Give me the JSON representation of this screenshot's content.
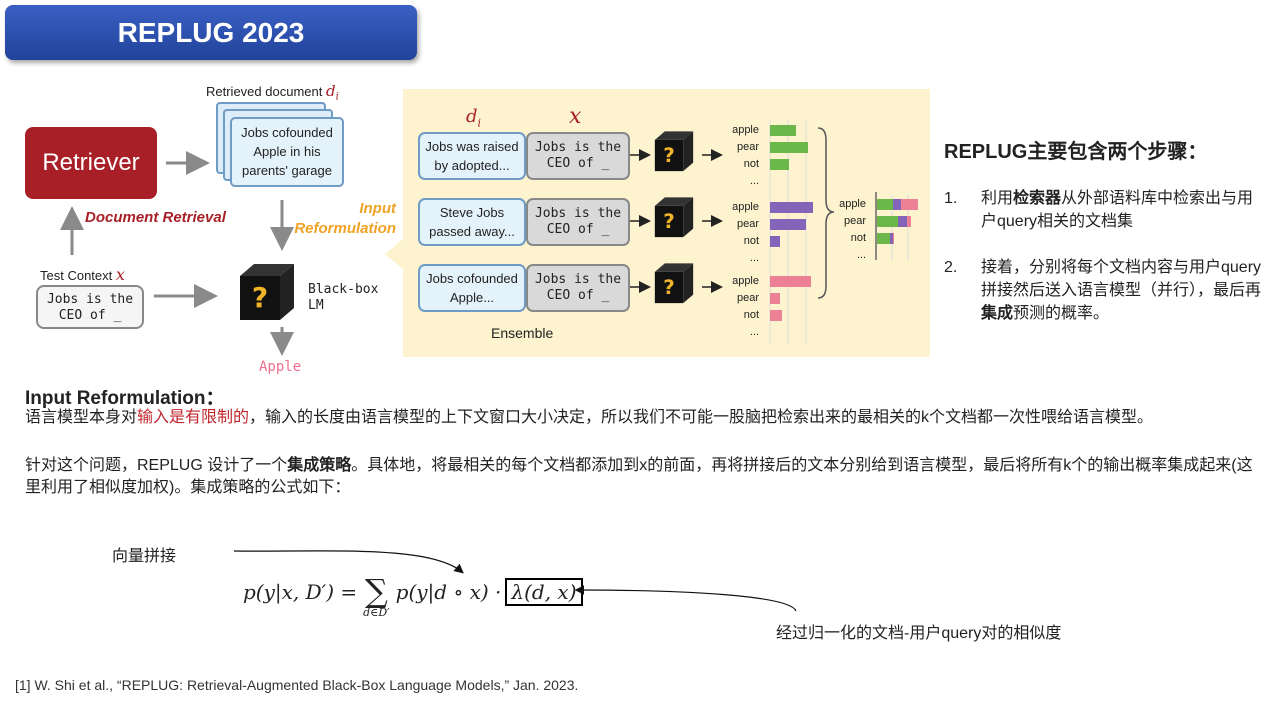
{
  "slide": {
    "title": "REPLUG 2023"
  },
  "diagram": {
    "retriever_label": "Retriever",
    "retrieved_document_label": "Retrieved document",
    "retrieved_document_symbol": "d",
    "retrieved_document_subscript": "i",
    "document_text": "Jobs cofounded Apple in his parents' garage",
    "document_retrieval_label": "Document Retrieval",
    "input_reformulation_label": "Input Reformulation",
    "test_context_label": "Test Context",
    "test_context_symbol": "x",
    "test_context_text": "Jobs is the CEO of _",
    "blackbox_label": "Black-box LM",
    "output_label": "Apple",
    "cube_glyph": "?",
    "panel": {
      "col_d_symbol": "d",
      "col_d_subscript": "i",
      "col_x_symbol": "x",
      "rows": [
        {
          "doc_text": "Jobs was raised by adopted...",
          "x_text": "Jobs is the CEO of _",
          "vocab": [
            "apple",
            "pear",
            "not",
            "..."
          ],
          "bars": [
            0.55,
            0.8,
            0.4
          ],
          "bar_color": "#6ab84a"
        },
        {
          "doc_text": "Steve Jobs passed away...",
          "x_text": "Jobs is the CEO of _",
          "vocab": [
            "apple",
            "pear",
            "not",
            "..."
          ],
          "bars": [
            0.9,
            0.75,
            0.2
          ],
          "bar_color": "#8464b8"
        },
        {
          "doc_text": "Jobs cofounded Apple...",
          "x_text": "Jobs is the CEO of _",
          "vocab": [
            "apple",
            "pear",
            "not",
            "..."
          ],
          "bars": [
            0.85,
            0.2,
            0.25
          ],
          "bar_color": "#ec8094"
        }
      ],
      "ensemble_label": "Ensemble",
      "ensemble_vocab": [
        "apple",
        "pear",
        "not",
        "..."
      ],
      "ensemble_bars": [
        [
          0.35,
          0.18,
          0.37
        ],
        [
          0.45,
          0.2,
          0.08
        ],
        [
          0.28,
          0.06,
          0.03
        ]
      ]
    }
  },
  "steps": {
    "title": "REPLUG主要包含两个步骤：",
    "items": [
      {
        "num": "1.",
        "pre": "利用",
        "bold": "检索器",
        "post": "从外部语料库中检索出与用户query相关的文档集"
      },
      {
        "num": "2.",
        "pre": "接着，分别将每个文档内容与用户query拼接然后送入语言模型（并行），最后再",
        "bold": "集成",
        "post": "预测的概率。"
      }
    ]
  },
  "reformulation": {
    "heading": "Input Reformulation：",
    "p1_pre": "语言模型本身对",
    "p1_red": "输入是有限制的",
    "p1_post": "，输入的长度由语言模型的上下文窗口大小决定，所以我们不可能一股脑把检索出来的最相关的k个文档都一次性喂给语言模型。",
    "p2_pre": "针对这个问题，REPLUG 设计了一个",
    "p2_bold": "集成策略",
    "p2_post": "。具体地，将最相关的每个文档都添加到x的前面，再将拼接后的文本分别给到语言模型，最后将所有k个的输出概率集成起来(这里利用了相似度加权)。集成策略的公式如下："
  },
  "formula": {
    "lhs": "p(y|x, D′) =",
    "sum_symbol": "∑",
    "sum_sub": "d∈D′",
    "term": "p(y|d ∘ x) ·",
    "weight": "λ(d, x)"
  },
  "annotations": {
    "concat_note": "向量拼接",
    "similarity_note": "经过归一化的文档-用户query对的相似度"
  },
  "reference": "[1] W. Shi et al., “REPLUG: Retrieval-Augmented Black-Box Language Models,” Jan. 2023."
}
